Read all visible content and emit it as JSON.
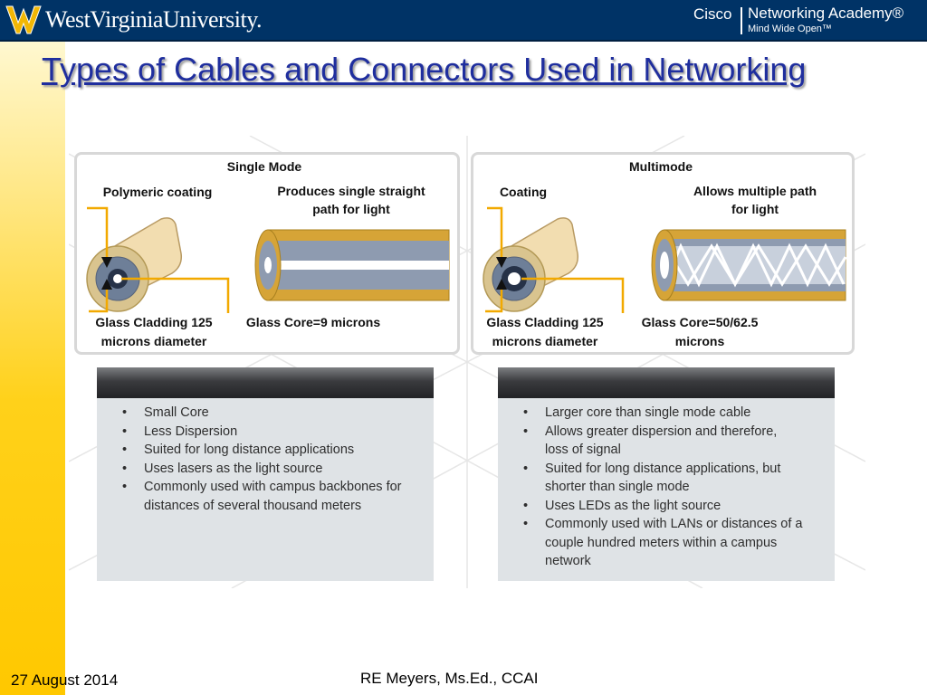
{
  "banner": {
    "university": "WestVirginiaUniversity.",
    "cisco_brand": "Cisco",
    "academy": "Networking Academy®",
    "tagline": "Mind Wide Open™"
  },
  "title": "Types of Cables and Connectors Used in Networking",
  "single_mode": {
    "heading": "Single Mode",
    "coating_label": "Polymeric coating",
    "path_label_1": "Produces single straight",
    "path_label_2": "path for light",
    "cladding_label_1": "Glass Cladding 125",
    "cladding_label_2": "microns diameter",
    "core_label": "Glass Core=9 microns",
    "bullets": [
      "Small Core",
      "Less Dispersion",
      "Suited for long distance applications",
      "Uses lasers as the light source",
      "Commonly used with campus backbones for distances of several thousand meters"
    ]
  },
  "multimode": {
    "heading": "Multimode",
    "coating_label": "Coating",
    "path_label_1": "Allows multiple path",
    "path_label_2": "for light",
    "cladding_label_1": "Glass Cladding 125",
    "cladding_label_2": "microns diameter",
    "core_label_1": "Glass Core=50/62.5",
    "core_label_2": "microns",
    "bullets": [
      "Larger core than single mode cable",
      "Allows greater dispersion and therefore, loss of signal",
      "Suited for long distance applications, but shorter than single mode",
      "Uses LEDs as the light source",
      "Commonly used with LANs or distances of a couple hundred meters within a campus network"
    ]
  },
  "footer": {
    "date": "27 August 2014",
    "author": "RE Meyers, Ms.Ed., CCAI"
  },
  "colors": {
    "banner": "#003366",
    "title": "#1f2e9e",
    "strip": "#ffc800",
    "info_box": "#dfe3e6"
  }
}
